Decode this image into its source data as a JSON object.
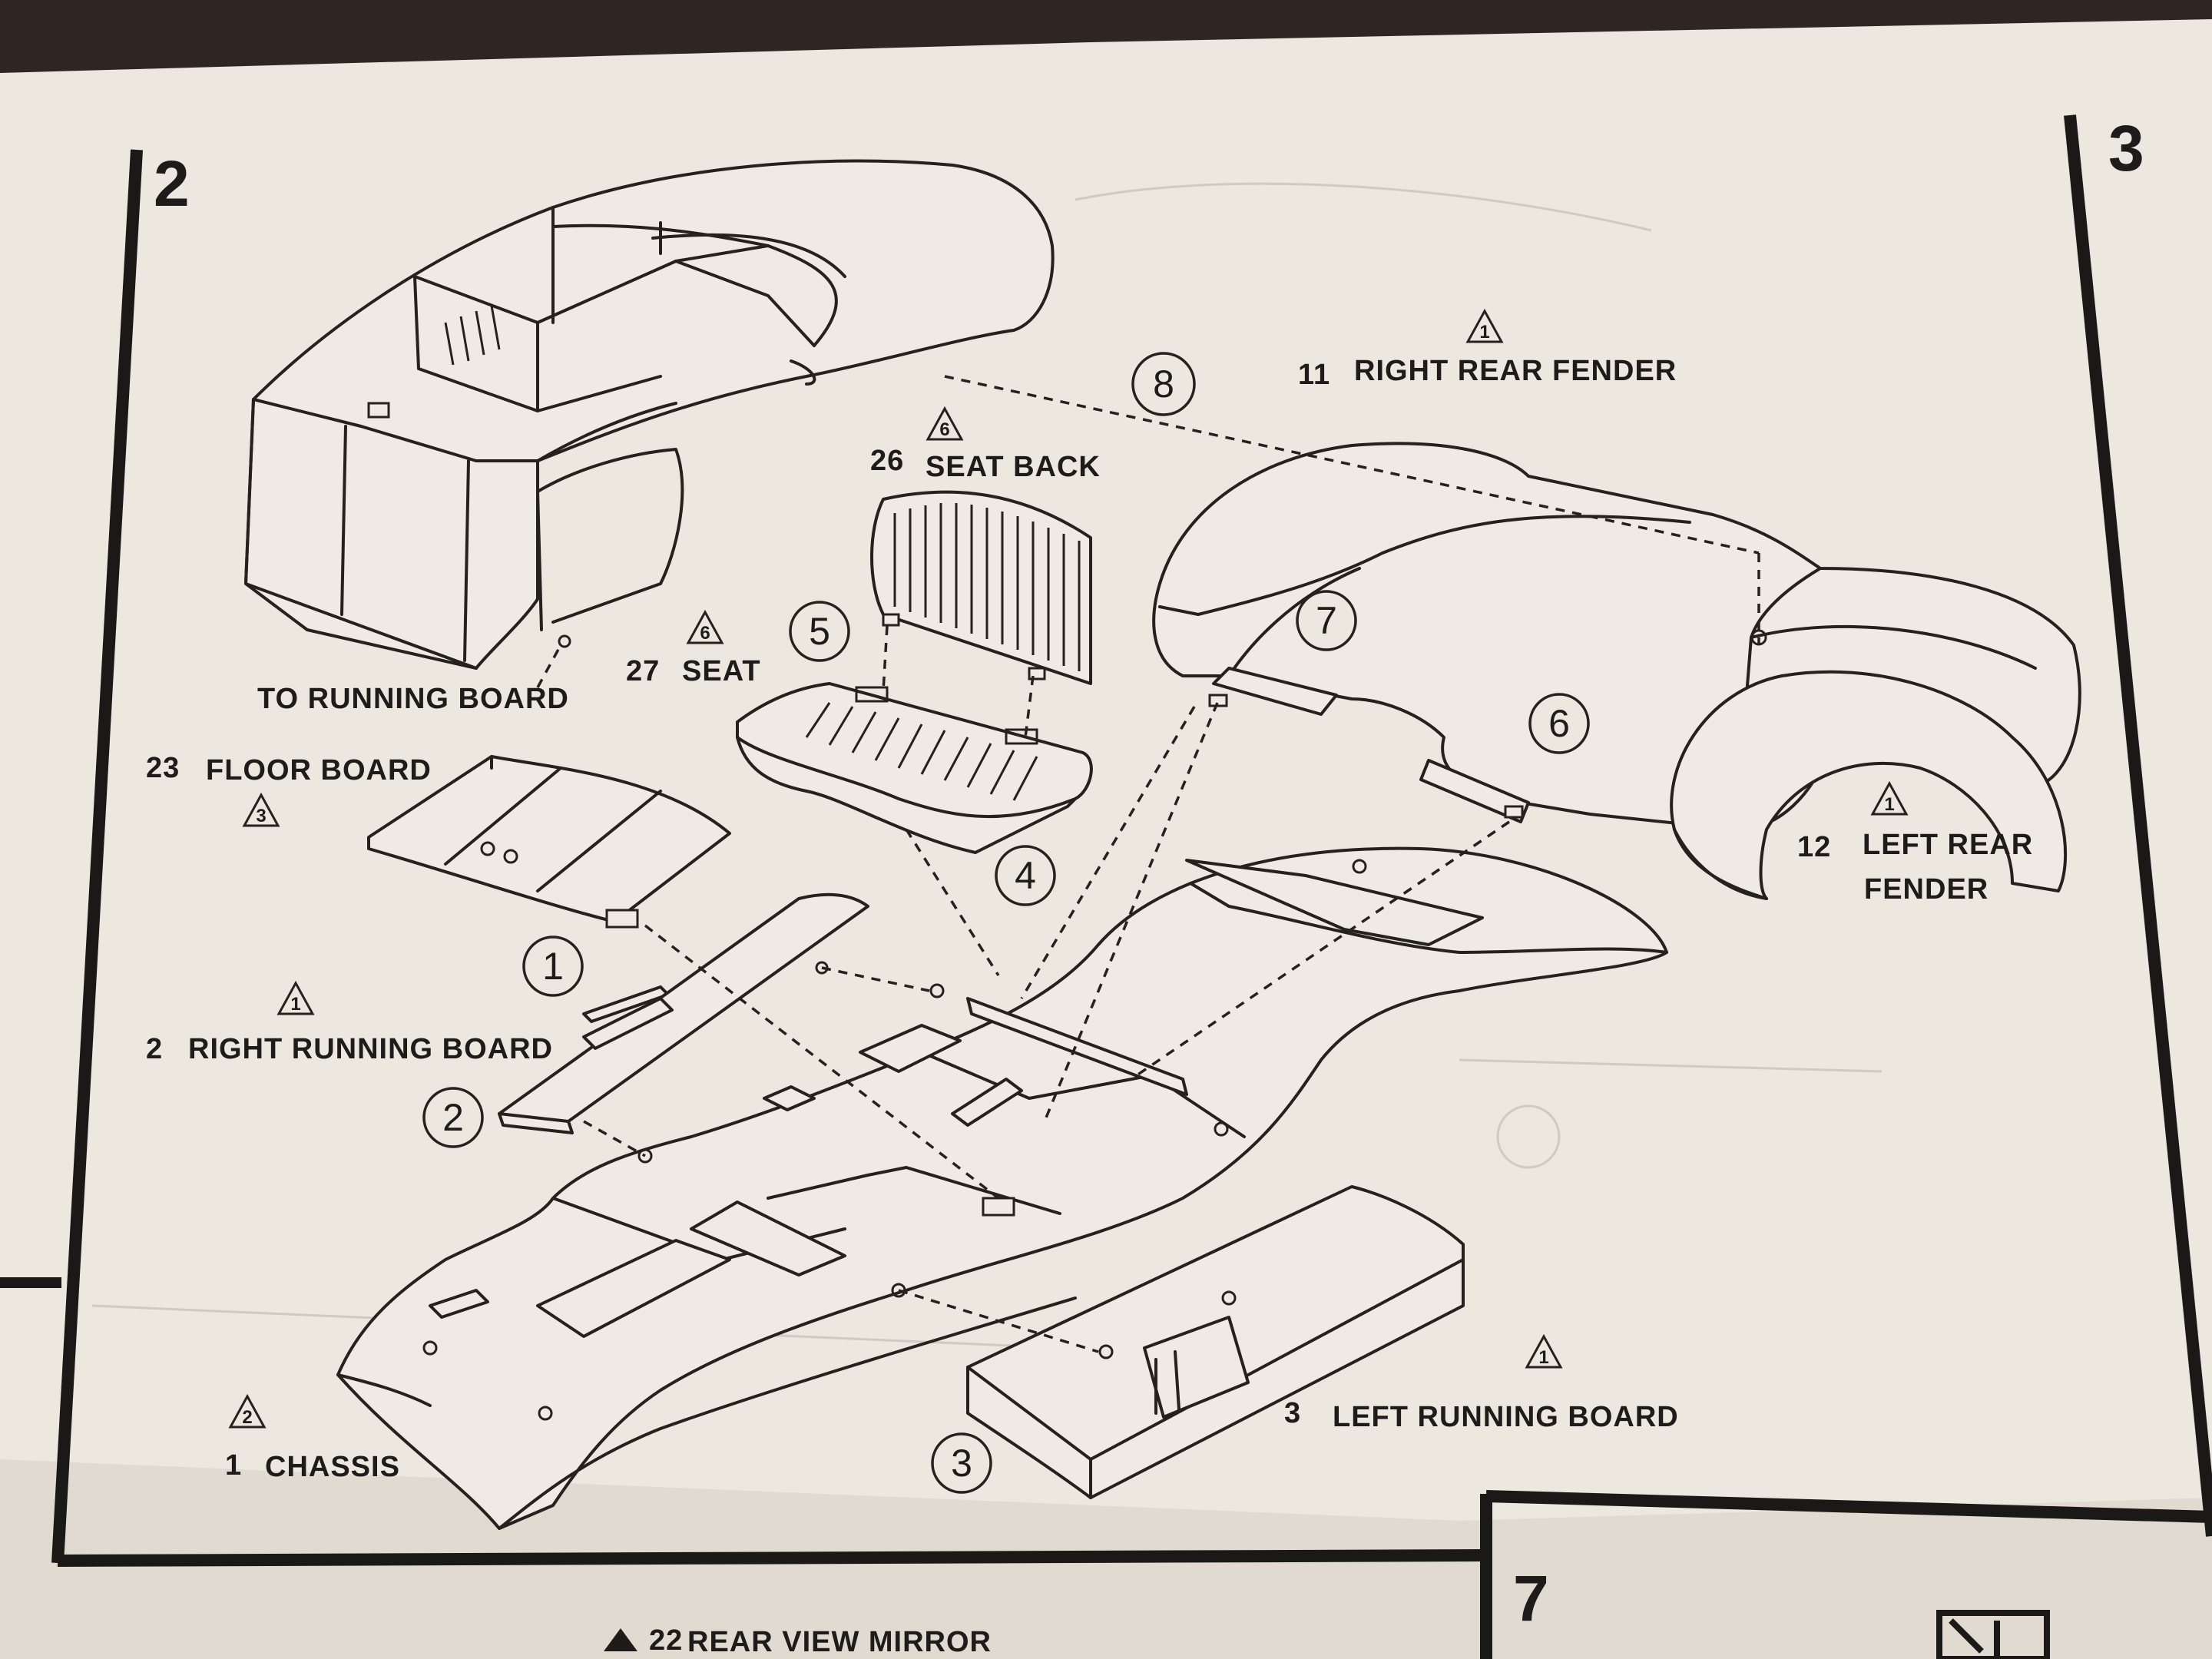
{
  "steps": {
    "left": "2",
    "right": "3",
    "bottom": "7"
  },
  "parts": {
    "right_rear_fender": {
      "number": "11",
      "name": "RIGHT REAR FENDER",
      "caution": "1"
    },
    "seat_back": {
      "number": "26",
      "name": "SEAT BACK",
      "caution": "6"
    },
    "seat": {
      "number": "27",
      "name": "SEAT",
      "caution": "6"
    },
    "floor_board": {
      "number": "23",
      "name": "FLOOR BOARD",
      "caution": "3"
    },
    "left_rear_fender": {
      "number": "12",
      "name_line1": "LEFT REAR",
      "name_line2": "FENDER",
      "caution": "1"
    },
    "right_running_board": {
      "number": "2",
      "name": "RIGHT RUNNING BOARD",
      "caution": "1"
    },
    "left_running_board": {
      "number": "3",
      "name": "LEFT RUNNING BOARD",
      "caution": "1"
    },
    "chassis": {
      "number": "1",
      "name": "CHASSIS",
      "caution": "2"
    }
  },
  "notes": {
    "to_running_board": "TO RUNNING BOARD"
  },
  "callouts": [
    "1",
    "2",
    "3",
    "4",
    "5",
    "6",
    "7",
    "8"
  ],
  "footer": {
    "part_number": "22",
    "part_name": "REAR VIEW MIRROR"
  }
}
